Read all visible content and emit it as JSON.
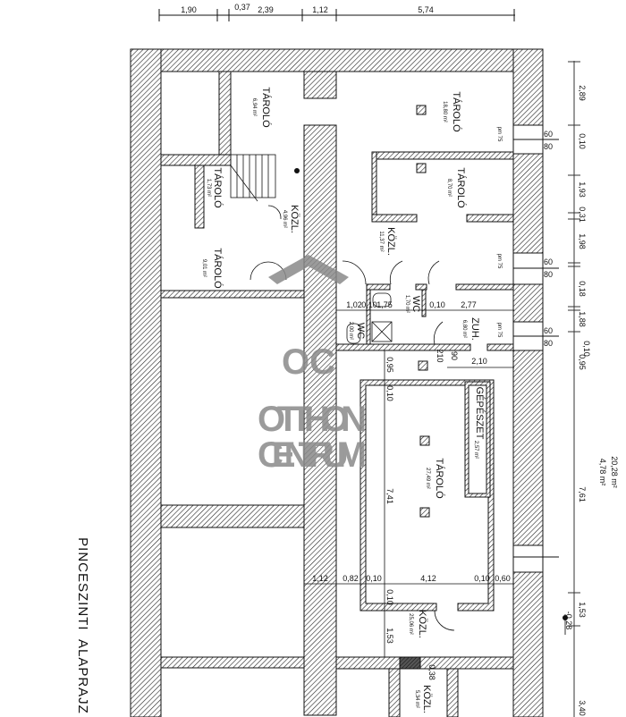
{
  "title": "PINCESZINTI  ALAPRAJZ",
  "watermark": {
    "logo": "OC",
    "line1": "OTTHON",
    "line2": "CENTRUM",
    "color": "#8a8a8a"
  },
  "top_dimensions": [
    "1,90",
    "0,37",
    "2,39",
    "1,12",
    "5,74"
  ],
  "right_dimensions": [
    "2,89",
    "0,10",
    "1,93",
    "0,31",
    "1,98",
    "0,18",
    "1,88",
    "0,10",
    "0,95",
    "7,61",
    "1,53",
    "3,40"
  ],
  "right_annotations": {
    "area1": "20,28 m²",
    "area2": "4,78 m²",
    "level": "-0,28"
  },
  "rooms": [
    {
      "name": "TÁROLÓ",
      "area": "6,94 m²"
    },
    {
      "name": "TÁROLÓ",
      "area": "1,73 m²"
    },
    {
      "name": "KÖZL.",
      "area": "4,96 m²"
    },
    {
      "name": "TÁROLÓ",
      "area": "9,01 m²"
    },
    {
      "name": "TÁROLÓ",
      "area": "18,80 m²"
    },
    {
      "name": "TÁROLÓ",
      "area": "8,70 m²"
    },
    {
      "name": "KÖZL.",
      "area": "11,37 m²"
    },
    {
      "name": "WC",
      "area": "1,70 m²"
    },
    {
      "name": "WC",
      "area": "2,00 m²"
    },
    {
      "name": "ZUH.",
      "area": "6,80 m²"
    },
    {
      "name": "GÉPÉSZET",
      "area": "2,57 m²"
    },
    {
      "name": "TÁROLÓ",
      "area": "27,49 m²"
    },
    {
      "name": "KÖZL.",
      "area": "25,06 m²"
    },
    {
      "name": "KÖZL.",
      "area": "5,34 m²"
    }
  ],
  "windows": [
    {
      "sill": "pm 75",
      "width": "60",
      "height": "80"
    },
    {
      "sill": "pm 75",
      "width": "60",
      "height": "80"
    },
    {
      "sill": "pm 75",
      "width": "60",
      "height": "80"
    }
  ],
  "inner_dimensions": {
    "row1": [
      "1,02",
      "0,10",
      "1,75",
      "0,10",
      "2,77"
    ],
    "zuh_width": "2,10",
    "door_h": "210",
    "door_w": "90",
    "vertical": [
      "0,95",
      "0,10",
      "7,41",
      "0,10",
      "1,53",
      "0,38"
    ],
    "row2": [
      "1,12",
      "0,82",
      "0,10",
      "4,12",
      "0,10",
      "0,60"
    ]
  }
}
